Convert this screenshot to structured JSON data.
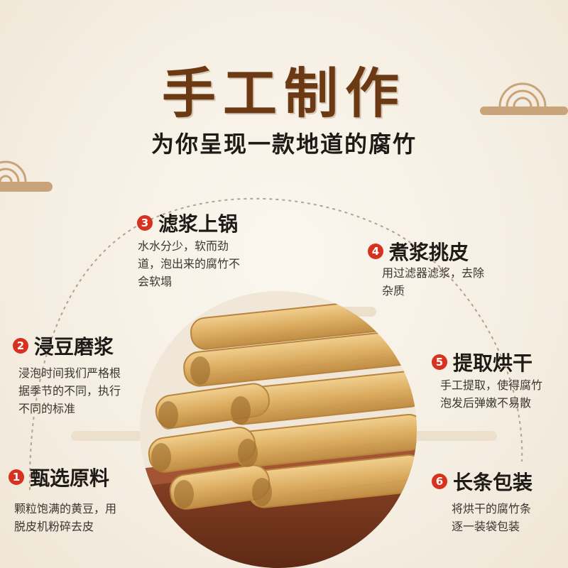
{
  "title": "手工制作",
  "subtitle": "为你呈现一款地道的腐竹",
  "colors": {
    "background": "#f7f1e6",
    "title": "#6b3a14",
    "number_badge": "#d8311f",
    "decor": "#c9a37a",
    "yuba": "#e0b36a",
    "wood": "#7a3a1e"
  },
  "steps": [
    {
      "num": "1",
      "title": "甄选原料",
      "desc": "颗粒饱满的黄豆，用\n脱皮机粉碎去皮"
    },
    {
      "num": "2",
      "title": "浸豆磨浆",
      "desc": "浸泡时间我们严格根\n据季节的不同，执行\n不同的标准"
    },
    {
      "num": "3",
      "title": "滤浆上锅",
      "desc": "水水分少，软而劲\n道，泡出来的腐竹不\n会软塌"
    },
    {
      "num": "4",
      "title": "煮浆挑皮",
      "desc": "用过滤器滤浆，去除\n杂质"
    },
    {
      "num": "5",
      "title": "提取烘干",
      "desc": "手工提取，使得腐竹\n泡发后弹嫩不易散"
    },
    {
      "num": "6",
      "title": "长条包装",
      "desc": "将烘干的腐竹条\n逐一装袋包装"
    }
  ],
  "icons": [
    "auspicious-cloud-icon",
    "yuba-photo"
  ]
}
